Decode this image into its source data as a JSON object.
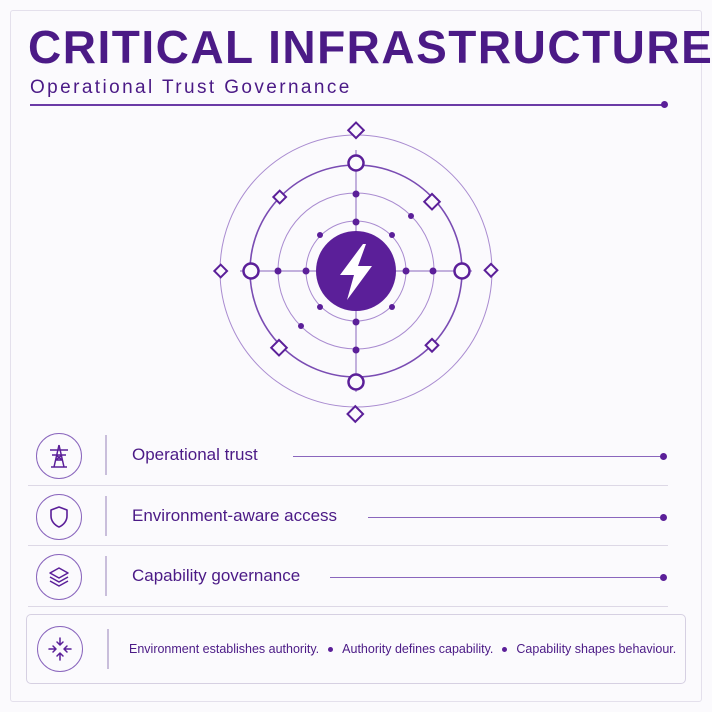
{
  "header": {
    "title": "CRITICAL INFRASTRUCTURE",
    "subtitle": "Operational Trust Governance"
  },
  "diagram": {
    "center_icon": "lightning-bolt-icon",
    "ring_count": 4
  },
  "rows": [
    {
      "label": "Operational trust",
      "icon": "power-pylon-icon"
    },
    {
      "label": "Environment-aware access",
      "icon": "shield-icon"
    },
    {
      "label": "Capability governance",
      "icon": "layers-icon"
    }
  ],
  "footer": {
    "icon": "converging-arrows-icon",
    "statements": [
      "Environment establishes authority.",
      "Authority defines capability.",
      "Capability shapes behaviour."
    ]
  },
  "colors": {
    "primary": "#4b1a86",
    "accent": "#5b1f99",
    "line": "#8a66bd",
    "background": "#fbfafd"
  }
}
